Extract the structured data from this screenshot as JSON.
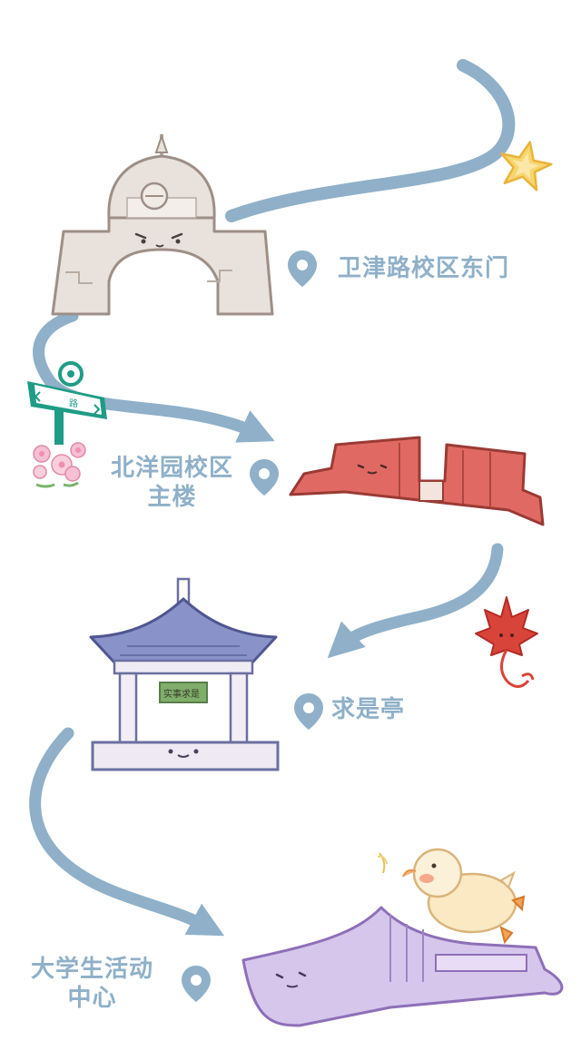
{
  "stops": [
    {
      "label_line1": "卫津路校区东门",
      "label_line2": ""
    },
    {
      "label_line1": "北洋园校区",
      "label_line2": "主楼"
    },
    {
      "label_line1": "求是亭",
      "label_line2": ""
    },
    {
      "label_line1": "大学生活动",
      "label_line2": "中心"
    }
  ],
  "sign": {
    "text": "路"
  },
  "pavilion_plaque": {
    "text": "实事求是"
  },
  "colors": {
    "path": "#8fb0c8",
    "label": "#8fb0c8",
    "gate": "#e9e2dc",
    "main_building": "#d9625b",
    "pavilion_roof": "#8a93c9",
    "activity_center": "#d6c6ec",
    "star": "#f4c94f",
    "leaf": "#d9443a",
    "blossom": "#f6bfd3",
    "sign": "#1f9c86",
    "duck": "#fbe9c4"
  },
  "icons": [
    "location-pin-icon",
    "star-icon",
    "maple-leaf-icon",
    "cherry-blossom-icon",
    "street-sign-icon",
    "duck-mascot-icon"
  ]
}
